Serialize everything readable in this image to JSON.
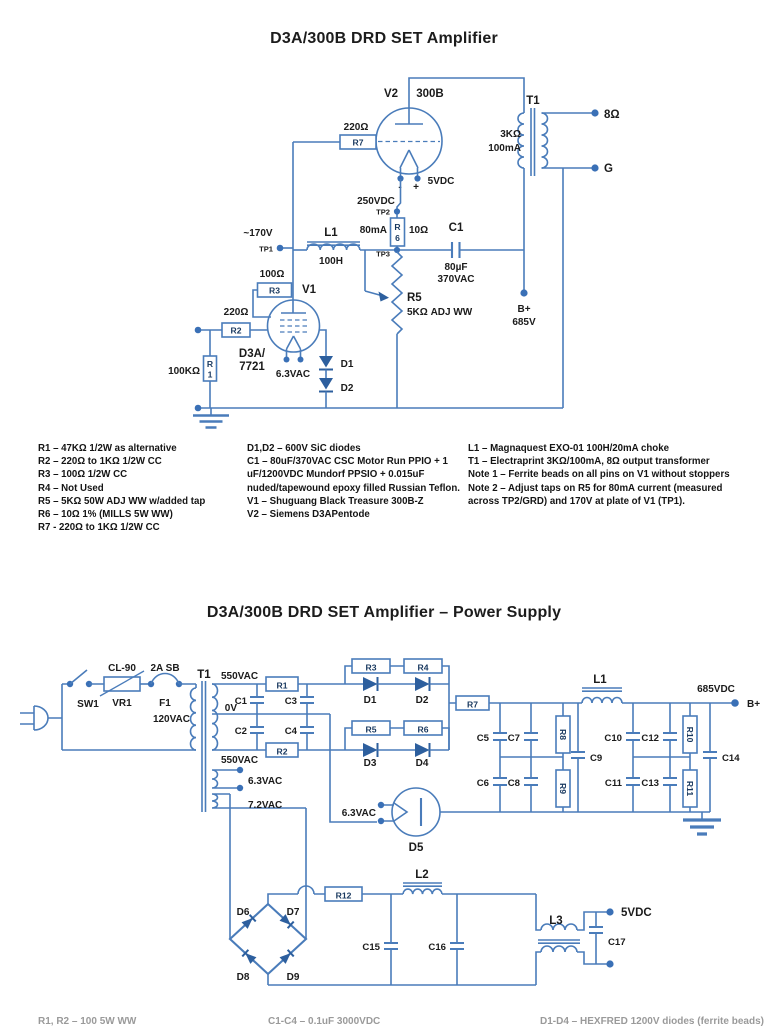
{
  "page": {
    "bg": "#ffffff",
    "line_color": "#4a7cba",
    "diode_fill": "#2d5f9e",
    "text_color": "#1b1b1b"
  },
  "amp": {
    "title": "D3A/300B DRD SET Amplifier",
    "labels": {
      "v2": "V2",
      "v2_type": "300B",
      "r7_val": "220Ω",
      "r7": "R7",
      "t1": "T1",
      "t1_z": "3KΩ",
      "t1_i": "100mA",
      "out_imp": "8Ω",
      "out_gnd": "G",
      "fil_neg": "-",
      "fil_pos": "+",
      "fil_v": "5VDC",
      "tp2_v": "250VDC",
      "tp2": "TP2",
      "r6_i": "80mA",
      "r6_r": "R",
      "r6_n": "6",
      "r6_val": "10Ω",
      "tp3": "TP3",
      "c1": "C1",
      "c1_val": "80µF",
      "c1_rating": "370VAC",
      "tp1_v": "~170V",
      "tp1": "TP1",
      "l1": "L1",
      "l1_val": "100H",
      "r5": "R5",
      "r5_val": "5KΩ ADJ WW",
      "bplus": "B+",
      "bplus_v": "685V",
      "r3_val": "100Ω",
      "r3": "R3",
      "v1": "V1",
      "r2_val": "220Ω",
      "r2": "R2",
      "r1_val": "100KΩ",
      "r1_r": "R",
      "r1_n": "1",
      "v1_type1": "D3A/",
      "v1_type2": "7721",
      "v1_fil": "6.3VAC",
      "d1": "D1",
      "d2": "D2"
    },
    "notes1": [
      "R1 – 47KΩ 1/2W as alternative",
      "R2 – 220Ω to 1KΩ 1/2W CC",
      "R3 – 100Ω 1/2W CC",
      "R4 – Not Used",
      "R5 – 5KΩ 50W ADJ WW w/added tap",
      "R6 – 10Ω 1% (MILLS 5W WW)",
      "R7 - 220Ω to 1KΩ 1/2W CC"
    ],
    "notes2": [
      "D1,D2 – 600V SiC diodes",
      "C1 – 80uF/370VAC CSC Motor Run PPIO + 1",
      "uF/1200VDC Mundorf PPSIO + 0.015uF",
      "nuded/tapewound epoxy filled Russian Teflon.",
      "V1 – Shuguang Black Treasure 300B-Z",
      "V2 – Siemens D3APentode"
    ],
    "notes3": [
      "L1 – Magnaquest EXO-01 100H/20mA choke",
      "T1 – Electraprint 3KΩ/100mA, 8Ω output transformer",
      "Note 1 – Ferrite beads on all pins on V1 without stoppers",
      "Note 2 – Adjust taps on R5 for 80mA current (measured",
      "across TP2/GRD) and 170V at plate of V1 (TP1)."
    ]
  },
  "ps": {
    "title": "D3A/300B DRD SET Amplifier – Power Supply",
    "labels": {
      "sw1": "SW1",
      "vr1_type": "CL-90",
      "vr1": "VR1",
      "f1_rating": "2A SB",
      "f1": "F1",
      "t1": "T1",
      "mains": "120VAC",
      "sec_top": "550VAC",
      "sec_ct": "0V",
      "sec_bot": "550VAC",
      "heater1": "6.3VAC",
      "heater2": "7.2VAC",
      "r1": "R1",
      "r2": "R2",
      "c1": "C1",
      "c2": "C2",
      "c3": "C3",
      "c4": "C4",
      "r3": "R3",
      "r4": "R4",
      "r5": "R5",
      "r6": "R6",
      "d1": "D1",
      "d2": "D2",
      "d3": "D3",
      "d4": "D4",
      "r7": "R7",
      "c5": "C5",
      "c6": "C6",
      "c7": "C7",
      "c8": "C8",
      "c9": "C9",
      "c10": "C10",
      "c11": "C11",
      "c12": "C12",
      "c13": "C13",
      "c14": "C14",
      "r8": "R8",
      "r9": "R9",
      "r10": "R10",
      "r11": "R11",
      "r12": "R12",
      "l1": "L1",
      "l2": "L2",
      "l3": "L3",
      "out_v": "685VDC",
      "bplus": "B+",
      "d5": "D5",
      "d5_fil": "6.3VAC",
      "d6": "D6",
      "d7": "D7",
      "d8": "D8",
      "d9": "D9",
      "c15": "C15",
      "c16": "C16",
      "c17": "C17",
      "out5": "5VDC"
    },
    "cutoff": [
      "R1, R2 – 100 5W WW",
      "C1-C4 – 0.1uF 3000VDC",
      "D1-D4 – HEXFRED 1200V diodes (ferrite beads)"
    ]
  }
}
